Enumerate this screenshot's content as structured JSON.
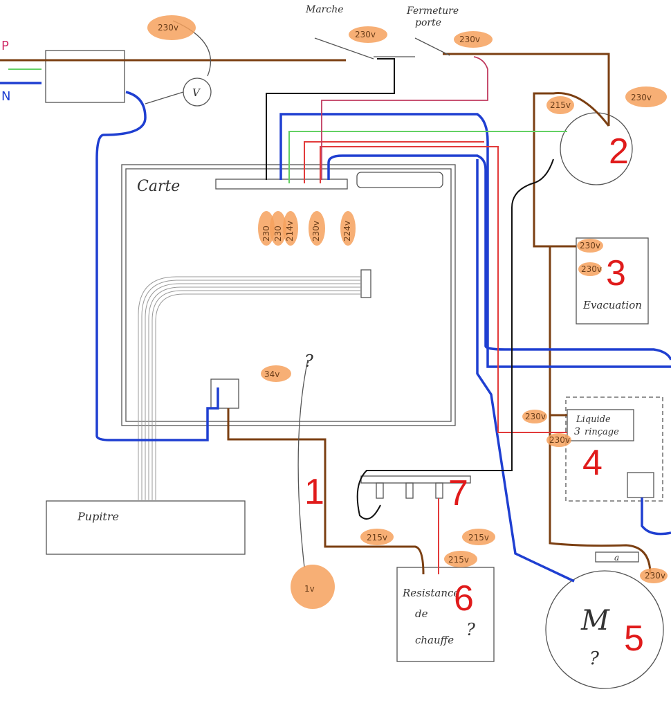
{
  "labels": {
    "P": "P",
    "N": "N",
    "marche": "Marche",
    "fermeture": "Fermeture",
    "porte": "porte",
    "carte": "Carte",
    "evacuation": "Evacuation",
    "liquide": "Liquide",
    "rincage": "rinçage",
    "liquide_num": "3",
    "pupitre": "Pupitre",
    "resistance1": "Resistance",
    "resistance2": "de",
    "resistance3": "chauffe",
    "question": "?",
    "motor": "M",
    "v_meter": "V",
    "a_label": "a"
  },
  "voltages": {
    "top_left": "230v",
    "marche": "230v",
    "fermeture": "230v",
    "pump_left": "215v",
    "pump_right": "230v",
    "card_1": "230",
    "card_2": "230",
    "card_3": "214v",
    "card_4": "230v",
    "card_5": "224v",
    "evac_top": "230v",
    "evac_mid": "230v",
    "relay": "34v",
    "liquide_left": "230v",
    "liquide_bottom": "230v",
    "bar_left": "215v",
    "bar_right": "215v",
    "res_top": "215v",
    "motor": "230v",
    "meter_bottom": "1v"
  },
  "numbers": {
    "n1": "1",
    "n2": "2",
    "n3": "3",
    "n4": "4",
    "n5": "5",
    "n6": "6",
    "n7": "7"
  }
}
